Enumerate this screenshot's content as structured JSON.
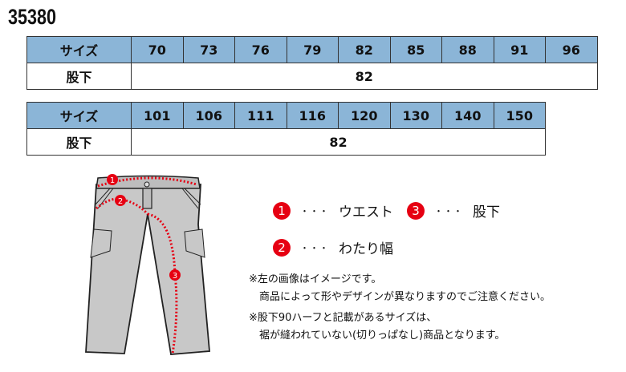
{
  "product_code": "35380",
  "tables": [
    {
      "header_label": "サイズ",
      "sizes": [
        "70",
        "73",
        "76",
        "79",
        "82",
        "85",
        "88",
        "91",
        "96"
      ],
      "row_label": "股下",
      "inseam": "82"
    },
    {
      "header_label": "サイズ",
      "sizes": [
        "101",
        "106",
        "111",
        "116",
        "120",
        "130",
        "140",
        "150"
      ],
      "row_label": "股下",
      "inseam": "82"
    }
  ],
  "legend": [
    {
      "num": "1",
      "dots": "・・・",
      "label": "ウエスト"
    },
    {
      "num": "3",
      "dots": "・・・",
      "label": "股下"
    },
    {
      "num": "2",
      "dots": "・・・",
      "label": "わたり幅"
    }
  ],
  "notes": [
    "※左の画像はイメージです。",
    "　商品によって形やデザインが異なりますのでご注意ください。",
    "※股下90ハーフと記載があるサイズは、",
    "　裾が縫われていない(切りっぱなし)商品となります。"
  ],
  "accent_color": "#e60012",
  "header_color": "#8bb5d7"
}
